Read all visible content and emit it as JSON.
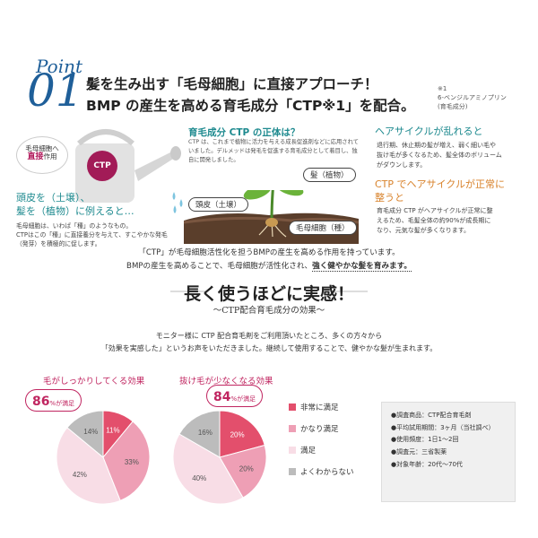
{
  "header": {
    "point_word": "Point",
    "point_num": "01",
    "line1": "髪を生み出す「毛母細胞」に直接アプローチ！",
    "line2": "BMP の産生を高める育毛成分「CTP※1」を配合。",
    "note_1": "※1",
    "note_2": "6-ベンジルアミノプリン",
    "note_3": "(育毛成分)"
  },
  "left": {
    "bubble_1": "毛母細胞へ",
    "bubble_2": "直接",
    "bubble_3": "作用",
    "badge": "CTP",
    "title_1": "頭皮を（土壌）、",
    "title_2": "髪を（植物）に例えると…",
    "body_1": "毛母細胞は、いわば「種」のようなもの。",
    "body_2": "CTPはこの「種」に直接養分を与えて、すこやかな発毛",
    "body_3": "（発芽）を積極的に促します。"
  },
  "center": {
    "title": "育毛成分 CTP の正体は？",
    "body": "CTP は、これまで植物に活力を与える成長促進剤などに応用されていました。デルメッドは発毛を促進する育毛成分として着目し、独自に開発しました。",
    "tag_hair": "髪（植物）",
    "tag_skin": "頭皮（土壌）",
    "tag_cell": "毛母細胞（種）"
  },
  "right": {
    "t1": "ヘアサイクルが乱れると",
    "b1_1": "退行期、休止期の髪が増え、弱く細い毛や",
    "b1_2": "抜け毛が多くなるため、髪全体のボリューム",
    "b1_3": "がダウンします。",
    "t2_1": "CTP でヘアサイクルが正常に",
    "t2_2": "整うと",
    "b2_1": "育毛成分 CTP がヘアサイクルが正常に整",
    "b2_2": "えるため、毛髪全体の約90%が成長期に",
    "b2_3": "なり、元気な髪が多くなります。"
  },
  "statement": {
    "line1": "「CTP」が毛母細胞活性化を担うBMPの産生を高める作用を持っています。",
    "line2a": "BMPの産生を高めることで、毛母細胞が活性化され、",
    "line2b": "強く健やかな髪を育みます。"
  },
  "headline": {
    "main": "長く使うほどに実感！",
    "sub": "〜CTP配合育毛成分の効果〜"
  },
  "monitor": {
    "line1": "モニター様に CTP 配合育毛剤をご利用頂いたところ、多くの方々から",
    "line2": "「効果を実感した」というお声をいただきました。継続して使用することで、健やかな髪が生まれます。"
  },
  "chart_titles": {
    "c1": "毛がしっかりしてくる効果",
    "c2": "抜け毛が少なくなる効果",
    "b1_pct": "86",
    "b2_pct": "84",
    "pct_suffix": "%が満足"
  },
  "chart_data": [
    {
      "type": "pie",
      "title": "毛がしっかりしてくる効果",
      "categories": [
        "非常に満足",
        "かなり満足",
        "満足",
        "よくわからない"
      ],
      "values": [
        11,
        33,
        42,
        14
      ],
      "labels": [
        "11%",
        "33%",
        "42%",
        "14%"
      ]
    },
    {
      "type": "pie",
      "title": "抜け毛が少なくなる効果",
      "categories": [
        "非常に満足",
        "かなり満足",
        "満足",
        "よくわからない"
      ],
      "values": [
        20,
        20,
        40,
        16
      ],
      "labels": [
        "20%",
        "20%",
        "40%",
        "16%"
      ]
    }
  ],
  "legend": {
    "items": [
      "非常に満足",
      "かなり満足",
      "満足",
      "よくわからない"
    ],
    "colors": [
      "#e34f6c",
      "#ee9fb5",
      "#f8dde6",
      "#bcbcbc"
    ]
  },
  "survey": {
    "items": [
      "●調査商品：CTP配合育毛剤",
      "●平均試用期間：3ヶ月（当社調べ）",
      "●使用頻度：1日1〜2回",
      "●調査元：三省製薬",
      "●対象年齢：20代〜70代"
    ]
  }
}
